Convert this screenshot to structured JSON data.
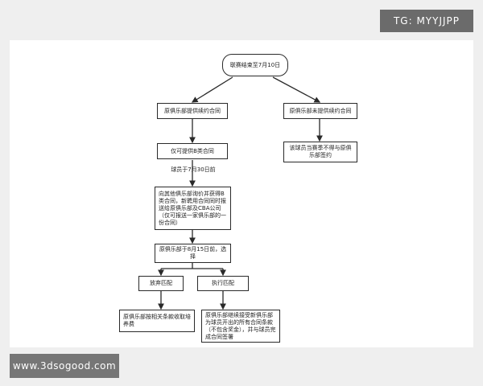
{
  "watermarks": {
    "top_right": "TG: MYYJJPP",
    "bottom_left": "www.3dsogood.com"
  },
  "flow": {
    "start": "联赛结束至7月10日",
    "branch_left": "原俱乐部提供续约合同",
    "branch_right": "原俱乐部未提供续约合同",
    "right_result": "该球员当赛季不得与原俱乐部签约",
    "b_contract": "仅可提供B类合同",
    "deadline_label": "球员于7月30日前",
    "offer_step": "向其他俱乐部询价并获得B类合同，新聘用合同同时报送给原俱乐部及CBA公司（仅可报送一家俱乐部的一份合同）",
    "decision": "原俱乐部于8月15日前，选择",
    "option_give_up": "放弃匹配",
    "option_match": "执行匹配",
    "give_up_result": "原俱乐部按相关条款收取培养费",
    "match_result": "原俱乐部继续接受新俱乐部为球员开出的所有合同条款（不包含奖金），并与球员完成合同签署"
  },
  "colors": {
    "line": "#2a2a2a",
    "watermark_bg": "#6b6b6b",
    "watermark_text": "#ffffff"
  }
}
